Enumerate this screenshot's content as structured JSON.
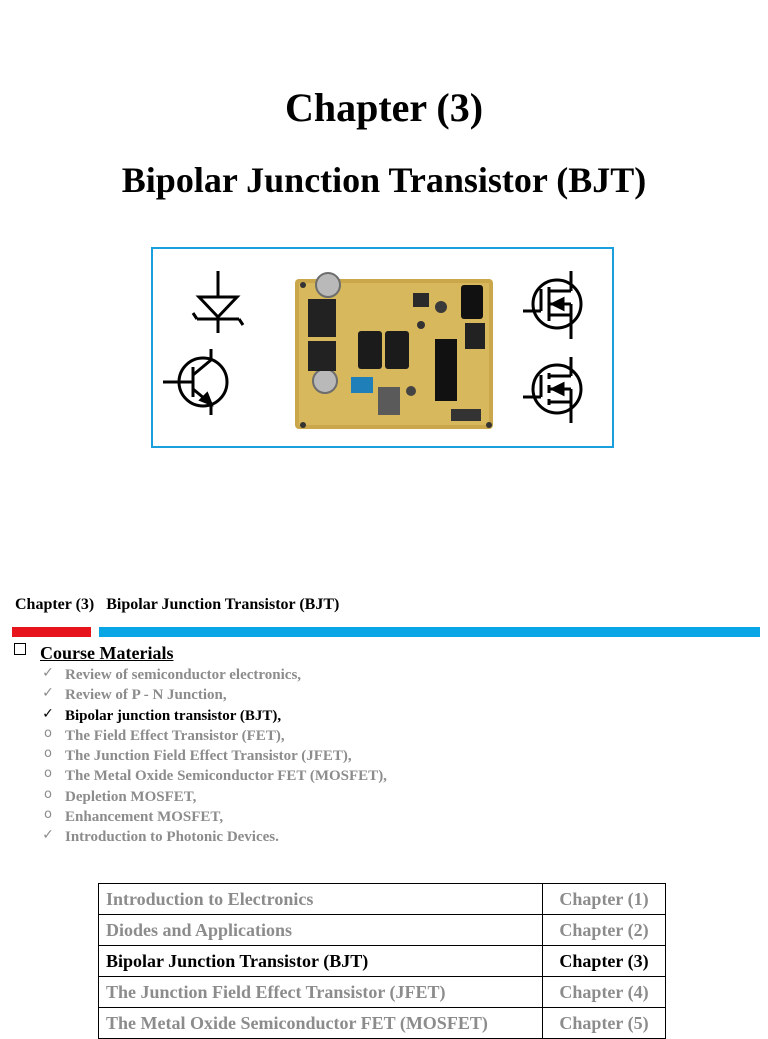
{
  "slide1": {
    "chapter_title": "Chapter (3)",
    "subtitle": "Bipolar Junction Transistor (BJT)"
  },
  "slide2": {
    "header": "Chapter (3)   Bipolar Junction Transistor (BJT)",
    "course_materials_title": "Course Materials",
    "items": [
      {
        "marker": "check",
        "label": "Review of semiconductor electronics,",
        "active": false
      },
      {
        "marker": "check",
        "label": "Review of P - N Junction,",
        "active": false
      },
      {
        "marker": "check",
        "label": "Bipolar junction transistor (BJT),",
        "active": true
      },
      {
        "marker": "circle",
        "label": "The Field Effect Transistor (FET),",
        "active": false
      },
      {
        "marker": "circle",
        "label": "The Junction Field Effect Transistor (JFET),",
        "active": false
      },
      {
        "marker": "circle",
        "label": "The Metal Oxide Semiconductor FET (MOSFET),",
        "active": false
      },
      {
        "marker": "circle",
        "label": "Depletion MOSFET,",
        "active": false
      },
      {
        "marker": "circle",
        "label": "Enhancement MOSFET,",
        "active": false
      },
      {
        "marker": "check",
        "label": "Introduction to Photonic Devices.",
        "active": false
      }
    ],
    "table": [
      {
        "topic": "Introduction to Electronics",
        "chapter": "Chapter (1)",
        "active": false
      },
      {
        "topic": "Diodes and Applications",
        "chapter": "Chapter (2)",
        "active": false
      },
      {
        "topic": "Bipolar Junction Transistor (BJT)",
        "chapter": "Chapter (3)",
        "active": true
      },
      {
        "topic": "The Junction Field Effect Transistor (JFET)",
        "chapter": "Chapter (4)",
        "active": false
      },
      {
        "topic": "The Metal Oxide Semiconductor FET (MOSFET)",
        "chapter": "Chapter (5)",
        "active": false
      }
    ]
  },
  "colors": {
    "figure_border": "#1a9fdc",
    "bar_red": "#e8141b",
    "bar_blue": "#09a6e6",
    "inactive_text": "#8c8c8c"
  },
  "icons": [
    "diode-symbol-icon",
    "bjt-symbol-icon",
    "mosfet-symbol-icon",
    "circuit-board-image",
    "checkmark-icon",
    "circle-bullet-icon",
    "checkbox-icon"
  ]
}
